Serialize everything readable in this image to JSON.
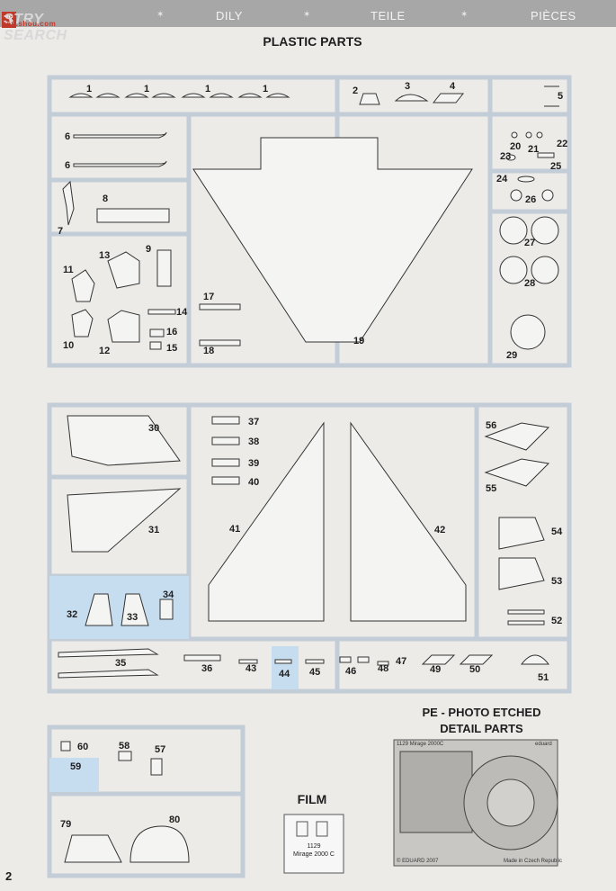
{
  "header": {
    "watermark_brand": "飞",
    "watermark_text": "STRY SEARCH",
    "watermark_url": "qsn.shou.com",
    "languages": [
      "DILY",
      "TEILE",
      "PIÈCES"
    ]
  },
  "plastic_title": "PLASTIC PARTS",
  "pe_title_line1": "PE - PHOTO ETCHED",
  "pe_title_line2": "DETAIL PARTS",
  "film_title": "FILM",
  "film_code": "1129",
  "film_name": "Mirage 2000 C",
  "pe_fret": {
    "code": "1129",
    "name": "Mirage 2000C",
    "brand": "eduard",
    "copyright": "© EDUARD 2007",
    "made_in": "Made in Czech Republic"
  },
  "page_number": "2",
  "parts": {
    "p1": "1",
    "p2": "2",
    "p3": "3",
    "p4": "4",
    "p5": "5",
    "p6": "6",
    "p7": "7",
    "p8": "8",
    "p9": "9",
    "p10": "10",
    "p11": "11",
    "p12": "12",
    "p13": "13",
    "p14": "14",
    "p15": "15",
    "p16": "16",
    "p17": "17",
    "p18": "18",
    "p19": "19",
    "p20": "20",
    "p21": "21",
    "p22": "22",
    "p23": "23",
    "p24": "24",
    "p25": "25",
    "p26": "26",
    "p27": "27",
    "p28": "28",
    "p29": "29",
    "p30": "30",
    "p31": "31",
    "p32": "32",
    "p33": "33",
    "p34": "34",
    "p35": "35",
    "p36": "36",
    "p37": "37",
    "p38": "38",
    "p39": "39",
    "p40": "40",
    "p41": "41",
    "p42": "42",
    "p43": "43",
    "p44": "44",
    "p45": "45",
    "p46": "46",
    "p47": "47",
    "p48": "48",
    "p49": "49",
    "p50": "50",
    "p51": "51",
    "p52": "52",
    "p53": "53",
    "p54": "54",
    "p55": "55",
    "p56": "56",
    "p57": "57",
    "p58": "58",
    "p59": "59",
    "p60": "60",
    "p79": "79",
    "p80": "80"
  },
  "colors": {
    "sprue_frame": "#c3cdd8",
    "highlight": "#c6dcef",
    "background": "#ecebe8",
    "header": "#a7a7a7"
  }
}
